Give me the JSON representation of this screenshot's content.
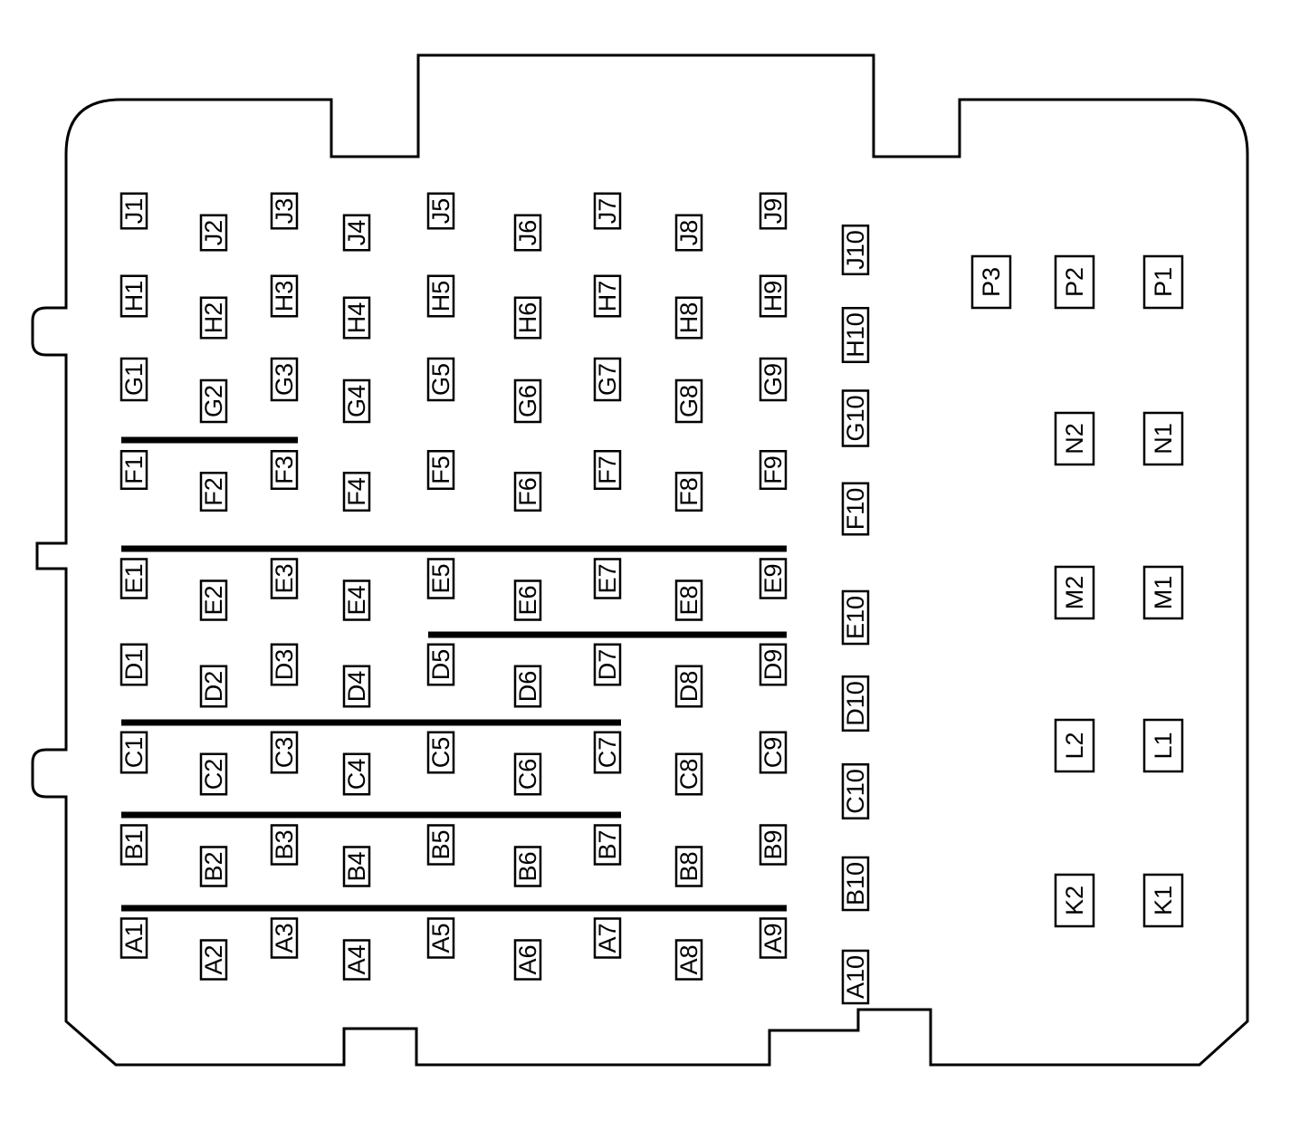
{
  "diagram": {
    "pin_rows": [
      "J",
      "H",
      "G",
      "F",
      "E",
      "D",
      "C",
      "B",
      "A"
    ],
    "pin_columns": [
      "1",
      "2",
      "3",
      "4",
      "5",
      "6",
      "7",
      "8",
      "9",
      "10"
    ],
    "side_pins": [
      "P3",
      "P2",
      "P1",
      "N2",
      "N1",
      "M2",
      "M1",
      "L2",
      "L1",
      "K2",
      "K1"
    ],
    "bus_bars": [
      {
        "from": "F1",
        "to": "F3"
      },
      {
        "from": "E1",
        "to": "E9"
      },
      {
        "from": "D5",
        "to": "D9"
      },
      {
        "from": "C1",
        "to": "C7"
      },
      {
        "from": "B1",
        "to": "B7"
      },
      {
        "from": "A1",
        "to": "A9"
      }
    ],
    "colors": {
      "stroke": "#000000",
      "background": "#ffffff"
    }
  }
}
